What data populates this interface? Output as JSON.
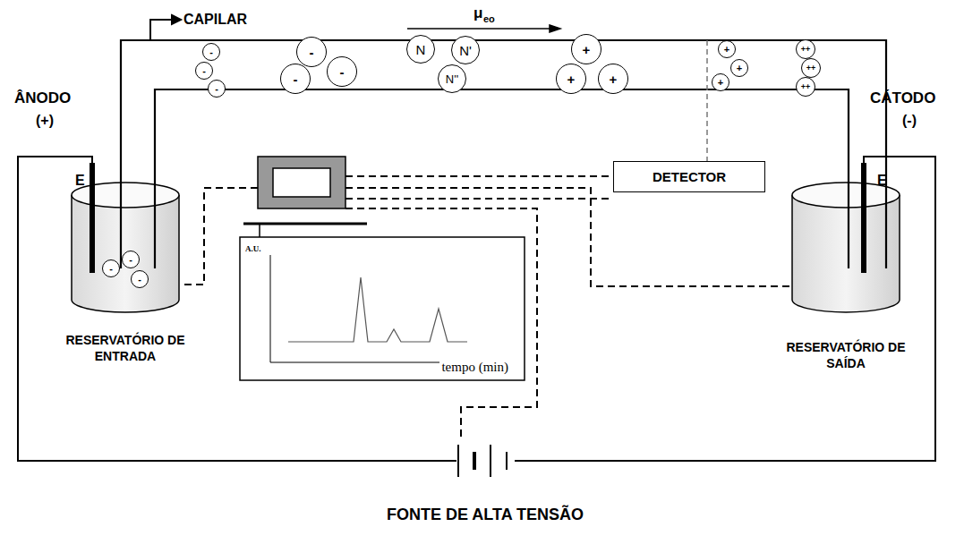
{
  "diagram": {
    "nodes": [
      {
        "text": [
          "-"
        ]
      },
      {
        "text": [
          "-"
        ]
      },
      {
        "text": [
          "-"
        ]
      },
      {
        "text": [
          "-"
        ]
      },
      {
        "text": [
          "-"
        ]
      },
      {
        "text": [
          "-"
        ]
      },
      {
        "text": [
          "N"
        ]
      },
      {
        "text": [
          "N'"
        ]
      },
      {
        "text": [
          "N''"
        ]
      },
      {
        "text": [
          "+"
        ]
      },
      {
        "text": [
          "+"
        ]
      },
      {
        "text": [
          "+"
        ]
      },
      {
        "text": [
          "+"
        ]
      },
      {
        "text": [
          "+"
        ]
      },
      {
        "text": [
          "+"
        ]
      },
      {
        "text": [
          "++"
        ]
      },
      {
        "text": [
          "++"
        ]
      },
      {
        "text": [
          "++"
        ]
      },
      {
        "text": [
          "DETECTOR"
        ]
      },
      {
        "text": [
          "A.U.",
          "tempo (min)"
        ]
      },
      {
        "text": [
          "-"
        ]
      },
      {
        "text": [
          "-"
        ]
      },
      {
        "text": [
          "-"
        ]
      }
    ],
    "labels": [
      "CAPILAR",
      "μ",
      "eo",
      "ÂNODO",
      "(+)",
      "CÁTODO",
      "(-)",
      "E",
      "E",
      "RESERVATÓRIO DE ENTRADA",
      "RESERVATÓRIO DE SAÍDA",
      "FONTE DE ALTA TENSÃO"
    ]
  }
}
